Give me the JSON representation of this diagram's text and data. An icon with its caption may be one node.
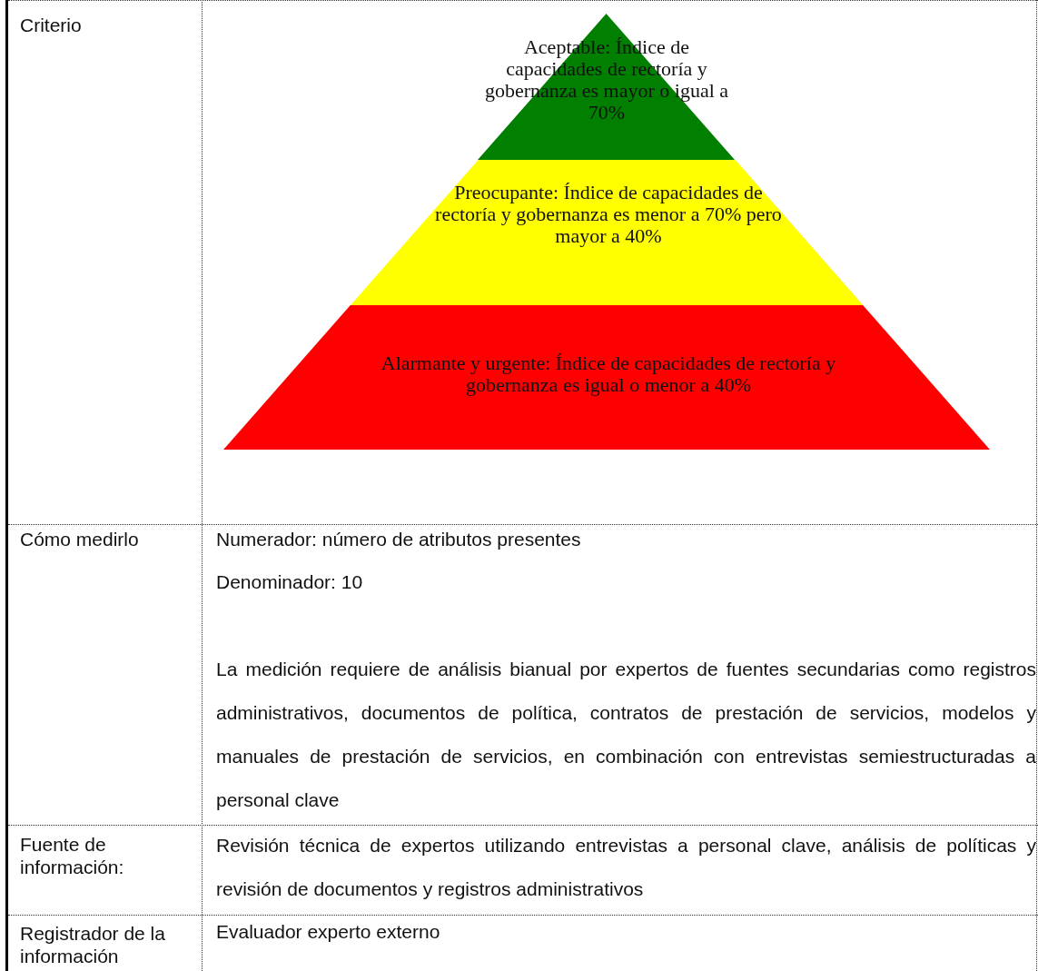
{
  "diagram": {
    "nodes": [
      {
        "text": [
          "Aceptable: Índice de capacidades de rectoría y gobernanza es mayor o igual a 70%"
        ]
      },
      {
        "text": [
          "Preocupante: Índice de capacidades de rectoría y gobernanza es menor a 70% pero mayor a 40%"
        ]
      },
      {
        "text": [
          "Alarmante y urgente: Índice de capacidades de rectoría y gobernanza es igual o menor a 40%"
        ]
      }
    ],
    "edges": [],
    "labels": [
      "Criterio",
      "Cómo medirlo",
      "Numerador: número de atributos presentes",
      "Denominador: 10",
      "La medición requiere de análisis bianual por expertos de fuentes secundarias como registros administrativos, documentos de política, contratos de prestación de servicios, modelos y manuales de prestación de servicios, en combinación con entrevistas semiestructuradas a personal clave",
      "Fuente de información:",
      "Revisión técnica de expertos utilizando entrevistas a personal clave, análisis de políticas y revisión de documentos y registros administrativos",
      "Registrador de la información",
      "Evaluador experto externo"
    ]
  }
}
